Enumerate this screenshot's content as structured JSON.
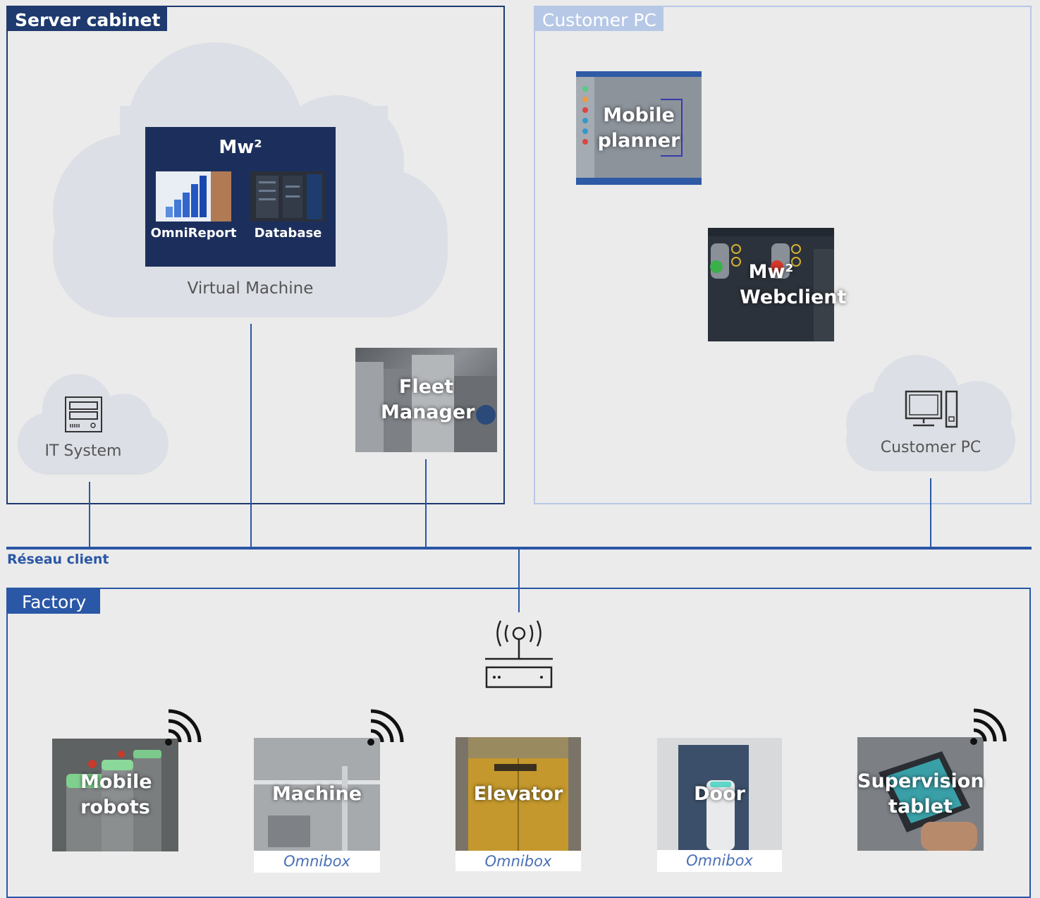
{
  "server_cabinet": {
    "title": "Server cabinet",
    "mw_box": {
      "title": "Mw²",
      "omnireport": "OmniReport",
      "database": "Database"
    },
    "vm_label": "Virtual Machine",
    "it_system": "IT System",
    "fleet_manager": "Fleet Manager"
  },
  "customer_pc": {
    "title": "Customer PC",
    "mobile_planner": "Mobile planner",
    "mw_webclient": "Mw² Webclient",
    "pc_label": "Customer PC"
  },
  "network": {
    "label": "Réseau client"
  },
  "factory": {
    "title": "Factory",
    "devices": [
      {
        "label": "Mobile robots",
        "caption": ""
      },
      {
        "label": "Machine",
        "caption": "Omnibox"
      },
      {
        "label": "Elevator",
        "caption": "Omnibox"
      },
      {
        "label": "Door",
        "caption": "Omnibox"
      },
      {
        "label": "Supervision tablet",
        "caption": ""
      }
    ]
  },
  "colors": {
    "navy": "#1e3a6e",
    "blue": "#2a57a6",
    "light_blue": "#b6c8e6",
    "cloud": "#dcdfe5"
  },
  "icons": [
    "server-icon",
    "computer-icon",
    "router-icon",
    "wifi-icon"
  ]
}
